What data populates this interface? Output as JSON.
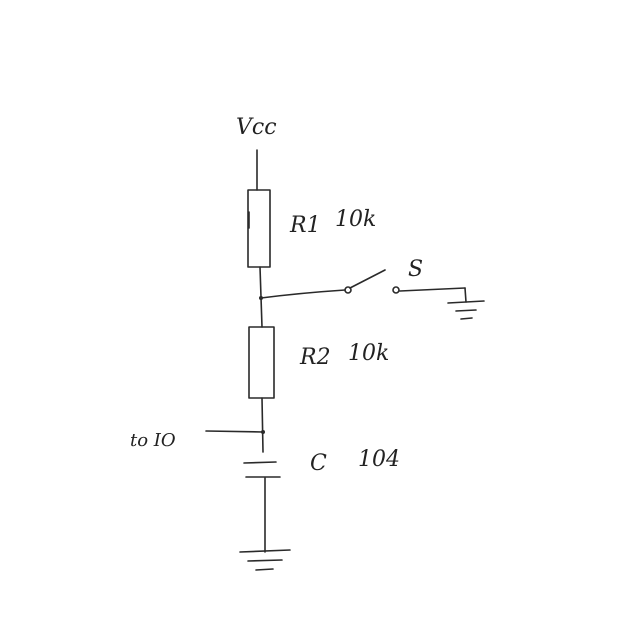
{
  "diagram": {
    "supply_label": "Vcc",
    "r1": {
      "name": "R1",
      "value": "10k"
    },
    "r2": {
      "name": "R2",
      "value": "10k"
    },
    "switch_label": "S",
    "io_label": "to IO",
    "capacitor": {
      "name": "C",
      "value": "104"
    }
  }
}
